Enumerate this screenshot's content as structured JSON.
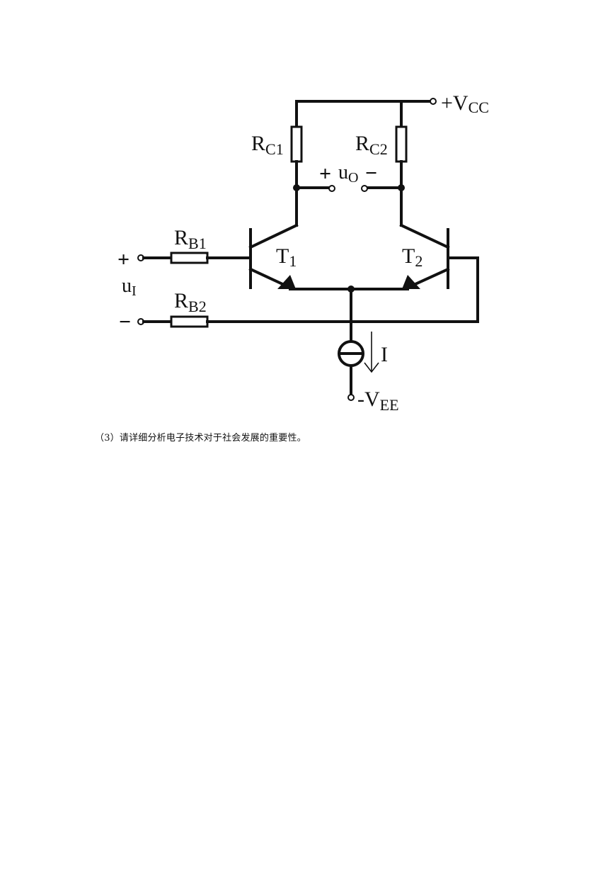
{
  "circuit": {
    "labels": {
      "vcc_main": "+V",
      "vcc_sub": "CC",
      "rc1_main": "R",
      "rc1_sub": "C1",
      "rc2_main": "R",
      "rc2_sub": "C2",
      "uo_main": "u",
      "uo_sub": "O",
      "rb1_main": "R",
      "rb1_sub": "B1",
      "rb2_main": "R",
      "rb2_sub": "B2",
      "t1_main": "T",
      "t1_sub": "1",
      "t2_main": "T",
      "t2_sub": "2",
      "ui_main": "u",
      "ui_sub": "I",
      "current": "I",
      "vee_main": "-V",
      "vee_sub": "EE",
      "plus_out": "+",
      "minus_out": "−",
      "plus_in": "+",
      "minus_in": "−"
    }
  },
  "question": {
    "text": "（3）请详细分析电子技术对于社会发展的重要性。"
  }
}
